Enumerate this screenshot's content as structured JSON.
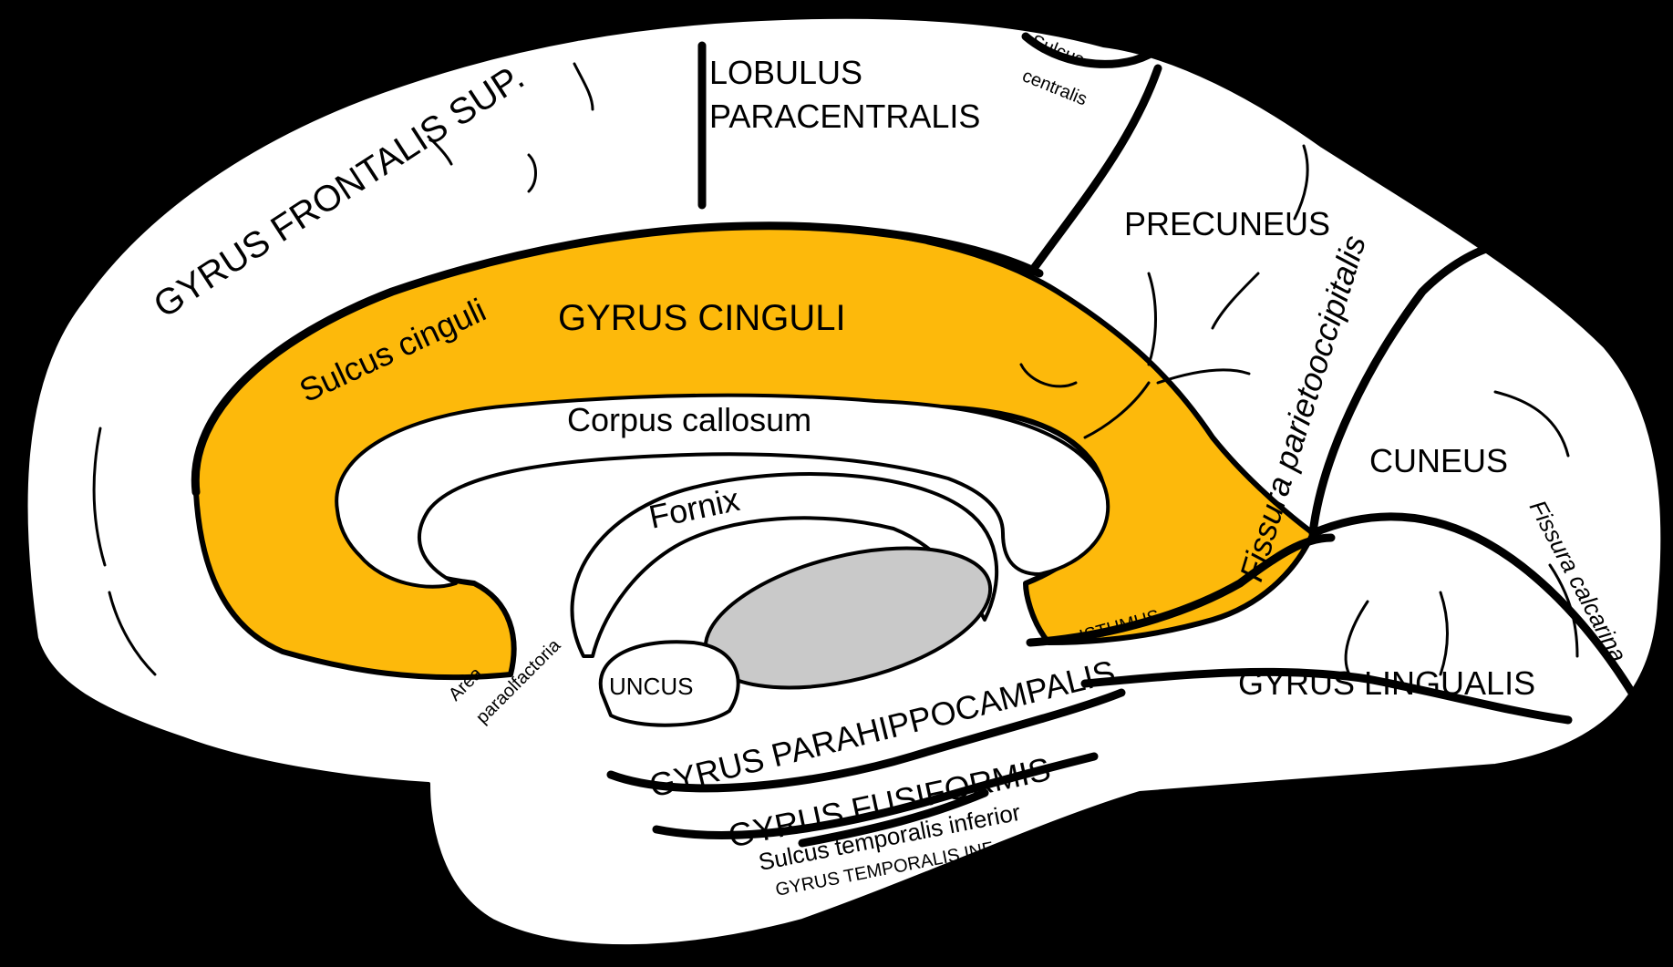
{
  "colors": {
    "background": "#000000",
    "brain": "#ffffff",
    "highlight": "#fdb90b",
    "ventricle": "#c9c9c9",
    "ink": "#000000"
  },
  "labels": {
    "gyrus_frontalis_sup": "GYRUS FRONTALIS SUP.",
    "lobulus_line1": "LOBULUS",
    "lobulus_line2": "PARACENTRALIS",
    "sulcus_centralis_line1": "Sulcus",
    "sulcus_centralis_line2": "centralis",
    "precuneus": "PRECUNEUS",
    "gyrus_cinguli": "GYRUS CINGULI",
    "sulcus_cinguli": "Sulcus cinguli",
    "corpus_callosum": "Corpus callosum",
    "fornix": "Fornix",
    "fissura_parietooccipitalis": "Fissura parietooccipitalis",
    "cuneus": "CUNEUS",
    "fissura_calcarina": "Fissura calcarina",
    "isthmus": "ISTHMUS",
    "area_line1": "Area",
    "area_line2": "paraolfactoria",
    "uncus": "UNCUS",
    "gyrus_parahippocampalis": "GYRUS PARAHIPPOCAMPALIS",
    "gyrus_lingualis": "GYRUS LINGUALIS",
    "gyrus_fusiformis": "GYRUS FUSIFORMIS",
    "sulcus_temporalis_inferior": "Sulcus temporalis inferior",
    "gyrus_temporalis_inf": "GYRUS TEMPORALIS INF."
  }
}
